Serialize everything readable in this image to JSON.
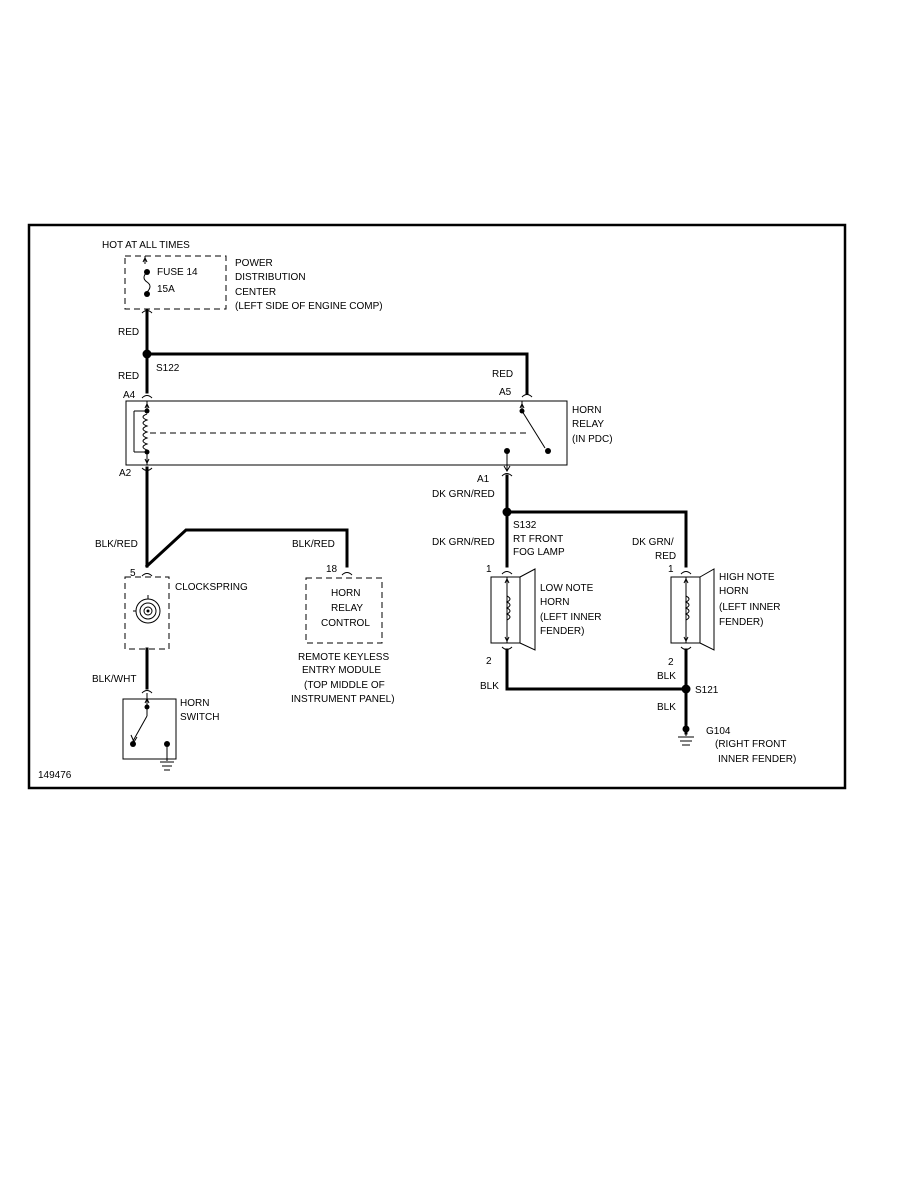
{
  "labels": {
    "hot_at_all_times": "HOT AT ALL TIMES",
    "fuse_name": "FUSE 14",
    "fuse_rating": "15A",
    "pdc_line1": "POWER",
    "pdc_line2": "DISTRIBUTION",
    "pdc_line3": "CENTER",
    "pdc_line4": "(LEFT SIDE OF ENGINE COMP)",
    "wire_red_1": "RED",
    "splice_s122": "S122",
    "wire_red_2": "RED",
    "wire_red_3": "RED",
    "pin_a4": "A4",
    "pin_a5": "A5",
    "relay_line1": "HORN",
    "relay_line2": "RELAY",
    "relay_line3": "(IN PDC)",
    "pin_a2": "A2",
    "pin_a1": "A1",
    "wire_dkgrnred_1": "DK GRN/RED",
    "splice_s132": "S132",
    "fog_line1": "RT FRONT",
    "fog_line2": "FOG LAMP",
    "wire_dkgrnred_2": "DK GRN/RED",
    "wire_dkgrn_3a": "DK GRN/",
    "wire_dkgrn_3b": "RED",
    "wire_blkred_1": "BLK/RED",
    "wire_blkred_2": "BLK/RED",
    "pin_5": "5",
    "clockspring": "CLOCKSPRING",
    "pin_18": "18",
    "rke_box_line1": "HORN",
    "rke_box_line2": "RELAY",
    "rke_box_line3": "CONTROL",
    "rke_line1": "REMOTE KEYLESS",
    "rke_line2": "ENTRY MODULE",
    "rke_line3": "(TOP MIDDLE OF",
    "rke_line4": "INSTRUMENT PANEL)",
    "pin_1_low": "1",
    "low_line1": "LOW NOTE",
    "low_line2": "HORN",
    "low_line3": "(LEFT INNER",
    "low_line4": "FENDER)",
    "pin_1_high": "1",
    "high_line1": "HIGH NOTE",
    "high_line2": "HORN",
    "high_line3": "(LEFT INNER",
    "high_line4": "FENDER)",
    "pin_2_low": "2",
    "pin_2_high": "2",
    "wire_blk_1": "BLK",
    "wire_blk_2": "BLK",
    "splice_s121": "S121",
    "wire_blk_3": "BLK",
    "wire_blkwht": "BLK/WHT",
    "switch_line1": "HORN",
    "switch_line2": "SWITCH",
    "ground_g104": "G104",
    "ground_line1": "(RIGHT FRONT",
    "ground_line2": "INNER FENDER)",
    "figure_id": "149476"
  }
}
